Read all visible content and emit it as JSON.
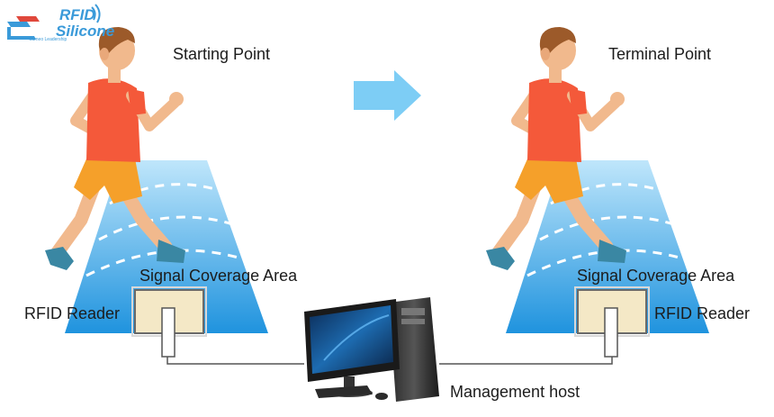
{
  "logo": {
    "line1": "RFID",
    "line2": "Silicone",
    "tagline": "Cameo Leadership"
  },
  "left_station": {
    "title": "Starting Point",
    "coverage_label": "Signal Coverage Area",
    "reader_label": "RFID Reader"
  },
  "right_station": {
    "title": "Terminal Point",
    "coverage_label": "Signal Coverage Area",
    "reader_label": "RFID Reader"
  },
  "host": {
    "label": "Management host"
  },
  "colors": {
    "coverage_top": "#bfe6fb",
    "coverage_bottom": "#1f93de",
    "arrow": "#7dcdf5",
    "shirt": "#f4593a",
    "shorts": "#f5a02a",
    "skin": "#f1b98d",
    "hair": "#9c5a2a",
    "shoe": "#3a87a3",
    "reader_fill": "#f4e8c6",
    "logo_red": "#e0483c",
    "logo_blue": "#3a9ad9"
  },
  "icons": [
    "logo-icon",
    "direction-arrow-icon",
    "runner-icon",
    "rfid-reader-icon",
    "computer-icon"
  ]
}
